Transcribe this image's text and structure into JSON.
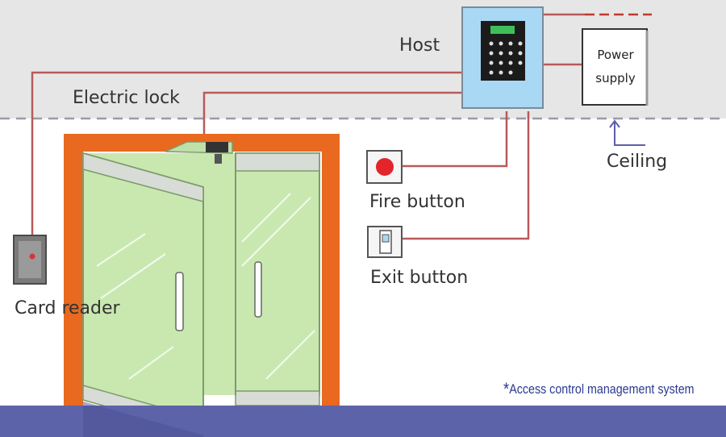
{
  "labels": {
    "host": "Host",
    "electric_lock": "Electric lock",
    "power_supply": "Power supply",
    "ceiling": "Ceiling",
    "fire_button": "Fire button",
    "exit_button": "Exit button",
    "card_reader": "Card reader"
  },
  "footnote": {
    "marker": "*",
    "text": "Access control management system"
  },
  "colors": {
    "wire": "#b85a5a",
    "dashed_wire": "#c0392b",
    "ceiling_band": "#e6e6e6",
    "ceiling_line": "#9a9aa8",
    "door_frame": "#e8691f",
    "glass": "#c8e8b0",
    "host_panel": "#a9d8f5",
    "floor": "#5d63a8",
    "fire_button": "#e3242b",
    "footnote": "#2b3a8f"
  }
}
